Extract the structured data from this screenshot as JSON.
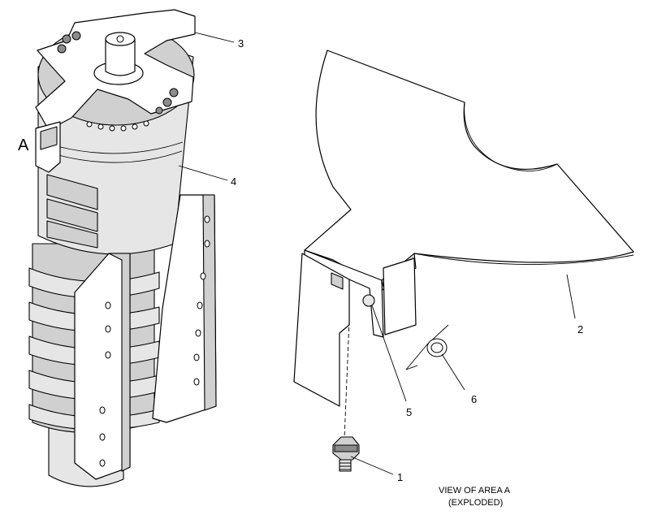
{
  "callouts": {
    "c1": "1",
    "c2": "2",
    "c3": "3",
    "c4": "4",
    "c5": "5",
    "c6": "6",
    "area": "A"
  },
  "view_caption": {
    "line1": "VIEW OF AREA  A",
    "line2": "(EXPLODED)"
  }
}
